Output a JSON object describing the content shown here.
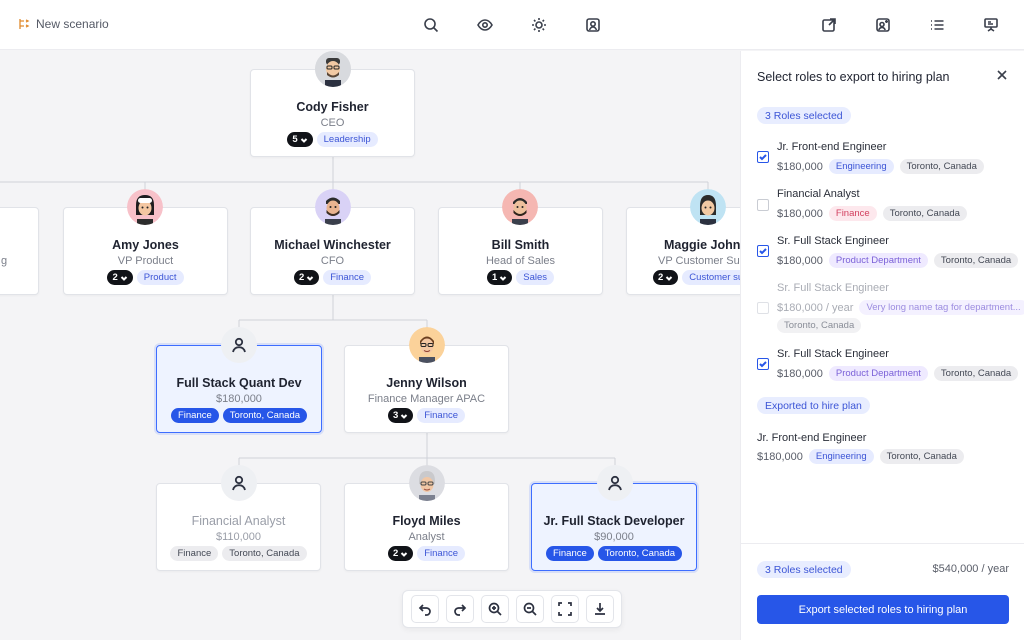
{
  "topbar": {
    "scenario_label": "New scenario",
    "icons": [
      "search-icon",
      "eye-icon",
      "sun-icon",
      "user-card-icon",
      "external-link-icon",
      "user-plus-icon",
      "list-icon",
      "presentation-icon"
    ]
  },
  "chart": {
    "cards": [
      {
        "id": "cody",
        "name": "Cody Fisher",
        "subtitle": "CEO",
        "count": "5",
        "tags": [
          {
            "text": "Leadership",
            "style": "blue"
          }
        ],
        "avatar": "avatar-gray"
      },
      {
        "id": "edge",
        "name": "",
        "subtitle": "g",
        "count": "",
        "tags": [],
        "avatar": "none"
      },
      {
        "id": "amy",
        "name": "Amy Jones",
        "subtitle": "VP Product",
        "count": "2",
        "tags": [
          {
            "text": "Product",
            "style": "blue"
          }
        ],
        "avatar": "avatar-pink"
      },
      {
        "id": "michael",
        "name": "Michael Winchester",
        "subtitle": "CFO",
        "count": "2",
        "tags": [
          {
            "text": "Finance",
            "style": "blue"
          }
        ],
        "avatar": "avatar-purple"
      },
      {
        "id": "bill",
        "name": "Bill Smith",
        "subtitle": "Head of Sales",
        "count": "1",
        "tags": [
          {
            "text": "Sales",
            "style": "blue"
          }
        ],
        "avatar": "avatar-rose"
      },
      {
        "id": "maggie",
        "name": "Maggie Johns",
        "subtitle": "VP Customer Sup",
        "count": "2",
        "tags": [
          {
            "text": "Customer sup",
            "style": "blue"
          }
        ],
        "avatar": "avatar-cyan"
      },
      {
        "id": "fsqd",
        "name": "Full Stack Quant Dev",
        "subtitle": "$180,000",
        "count": "",
        "tags": [
          {
            "text": "Finance",
            "style": "solid"
          },
          {
            "text": "Toronto, Canada",
            "style": "solid"
          }
        ],
        "avatar": "placeholder"
      },
      {
        "id": "jenny",
        "name": "Jenny Wilson",
        "subtitle": "Finance Manager APAC",
        "count": "3",
        "tags": [
          {
            "text": "Finance",
            "style": "blue"
          }
        ],
        "avatar": "avatar-orange"
      },
      {
        "id": "fa",
        "name": "Financial Analyst",
        "subtitle": "$110,000",
        "count": "",
        "tags": [
          {
            "text": "Finance",
            "style": "gray"
          },
          {
            "text": "Toronto, Canada",
            "style": "gray"
          }
        ],
        "avatar": "placeholder"
      },
      {
        "id": "floyd",
        "name": "Floyd Miles",
        "subtitle": "Analyst",
        "count": "2",
        "tags": [
          {
            "text": "Finance",
            "style": "blue"
          }
        ],
        "avatar": "avatar-silver"
      },
      {
        "id": "jfsd",
        "name": "Jr. Full Stack Developer",
        "subtitle": "$90,000",
        "count": "",
        "tags": [
          {
            "text": "Finance",
            "style": "solid"
          },
          {
            "text": "Toronto, Canada",
            "style": "solid"
          }
        ],
        "avatar": "placeholder"
      }
    ]
  },
  "panel": {
    "title": "Select roles to export to hiring plan",
    "selected_pill": "3 Roles selected",
    "roles": [
      {
        "name": "Jr. Front-end Engineer",
        "salary": "$180,000",
        "checked": true,
        "disabled": false,
        "tags": [
          {
            "text": "Engineering",
            "style": "blue"
          },
          {
            "text": "Toronto, Canada",
            "style": "gray"
          }
        ]
      },
      {
        "name": "Financial Analyst",
        "salary": "$180,000",
        "checked": false,
        "disabled": false,
        "tags": [
          {
            "text": "Finance",
            "style": "pink"
          },
          {
            "text": "Toronto, Canada",
            "style": "gray"
          }
        ]
      },
      {
        "name": "Sr. Full Stack Engineer",
        "salary": "$180,000",
        "checked": true,
        "disabled": false,
        "tags": [
          {
            "text": "Product Department",
            "style": "lavender"
          },
          {
            "text": "Toronto, Canada",
            "style": "gray"
          }
        ]
      },
      {
        "name": "Sr. Full Stack Engineer",
        "salary": "$180,000 / year",
        "checked": false,
        "disabled": true,
        "tags": [
          {
            "text": "Very long name tag for department...",
            "style": "lavender"
          },
          {
            "text": "Toronto, Canada",
            "style": "gray"
          }
        ]
      },
      {
        "name": "Sr. Full Stack Engineer",
        "salary": "$180,000",
        "checked": true,
        "disabled": false,
        "tags": [
          {
            "text": "Product Department",
            "style": "lavender"
          },
          {
            "text": "Toronto, Canada",
            "style": "gray"
          }
        ]
      }
    ],
    "exported_pill": "Exported to hire plan",
    "exported": {
      "name": "Jr. Front-end Engineer",
      "salary": "$180,000",
      "tags": [
        {
          "text": "Engineering",
          "style": "blue"
        },
        {
          "text": "Toronto, Canada",
          "style": "gray"
        }
      ]
    },
    "footer": {
      "selected_pill": "3 Roles selected",
      "total": "$540,000 / year",
      "button": "Export selected roles to hiring plan"
    }
  },
  "zoombar": {
    "icons": [
      "undo-icon",
      "redo-icon",
      "zoom-in-icon",
      "zoom-out-icon",
      "fit-screen-icon",
      "download-icon"
    ]
  },
  "colors": {
    "accent": "#2756e8",
    "selected_card_bg": "#eef3ff",
    "tag_blue_bg": "#e6ebff"
  }
}
